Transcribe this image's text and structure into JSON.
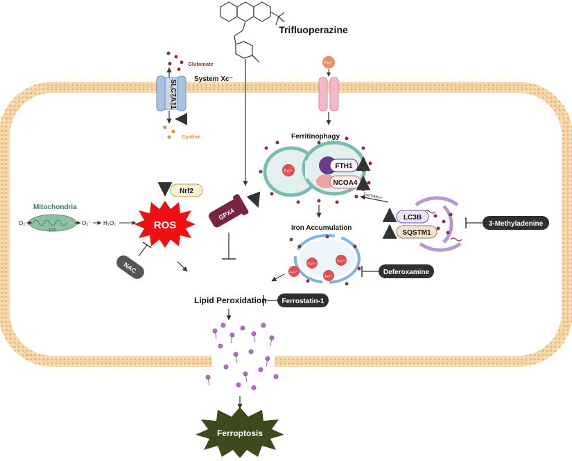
{
  "drug": {
    "name": "Trifluoperazine"
  },
  "ion": {
    "fe_top": "Fe²⁺",
    "fe_ferritin": "Fe²⁺",
    "fe_pool": [
      "Fe²⁺",
      "Fe²⁺",
      "Fe²⁺",
      "Fe²⁺"
    ]
  },
  "system_xc": {
    "name": "System Xc⁻",
    "transporter": "SLC7A11",
    "glutamate": "Glutamate",
    "cystine": "Cystine"
  },
  "ferritinophagy": {
    "title": "Ferritinophagy",
    "fth1": "FTH1",
    "ncoa4": "NCOA4"
  },
  "autophagy": {
    "formation": "Formation",
    "lc3b": "LC3B",
    "sqstm1": "SQSTM1"
  },
  "mitochondria": {
    "title": "Mitochondria",
    "etc": "ETC",
    "o2_a": "O₂",
    "o2_b": "O₂⁻",
    "h2o2": "H₂O₂"
  },
  "ros": {
    "label": "ROS"
  },
  "nrf2": {
    "label": "Nrf2"
  },
  "gpx4": {
    "label": "GPX4"
  },
  "iron": {
    "title": "Iron Accumulation"
  },
  "inhibitors": {
    "methyladenine": "3-Methyladenine",
    "deferoxamine": "Deferoxamine",
    "ferrostatin": "Ferrostatin-1",
    "nac": "NAC"
  },
  "lipid": {
    "label": "Lipid Peroxidation"
  },
  "outcome": {
    "label": "Ferroptosis"
  },
  "colors": {
    "membrane": "#f1c890",
    "membrane_dot": "#e9b56e",
    "ros_red": "#ee1111",
    "ferroptosis_green": "#3c4a1e",
    "dark_pill": "#2f2f2f",
    "fe_red": "#e05050",
    "arrow_up_red": "#c0392b",
    "arrow_up_purple": "#5b2f80",
    "arrow_down_brown": "#6b4a35",
    "gpx4_maroon": "#7a2440",
    "mito_green": "#8fbfa4",
    "transporter_blue": "#a9c4e3"
  }
}
